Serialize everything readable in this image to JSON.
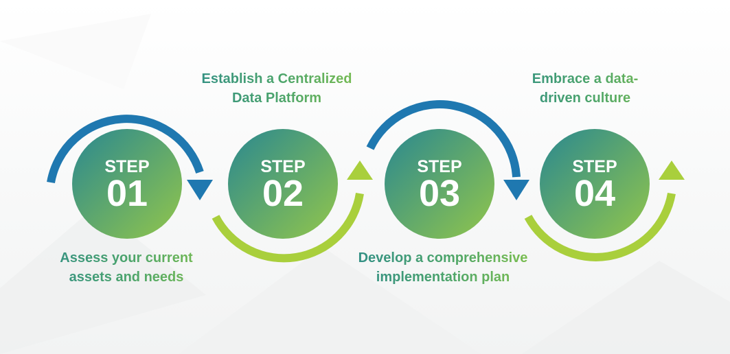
{
  "title": "Four-step data strategy process",
  "colors": {
    "arc_blue": "#1f78b0",
    "arc_green": "#a9cf3c",
    "circle_gradient_start": "#2c8a8e",
    "circle_gradient_end": "#8cc44e",
    "caption_gradient_start": "#2e8c8a",
    "caption_gradient_end": "#84c34a"
  },
  "steps": [
    {
      "step_label": "STEP",
      "number": "01",
      "caption_lines": [
        "Assess your current",
        "assets and needs"
      ],
      "arc": "top-blue-arrow-down"
    },
    {
      "step_label": "STEP",
      "number": "02",
      "caption_lines": [
        "Establish a Centralized",
        "Data Platform"
      ],
      "arc": "bottom-green-arrow-up"
    },
    {
      "step_label": "STEP",
      "number": "03",
      "caption_lines": [
        "Develop a comprehensive",
        "implementation plan"
      ],
      "arc": "top-blue-arrow-down"
    },
    {
      "step_label": "STEP",
      "number": "04",
      "caption_lines": [
        "Embrace a data-",
        "driven culture"
      ],
      "arc": "bottom-green-arrow-up"
    }
  ]
}
